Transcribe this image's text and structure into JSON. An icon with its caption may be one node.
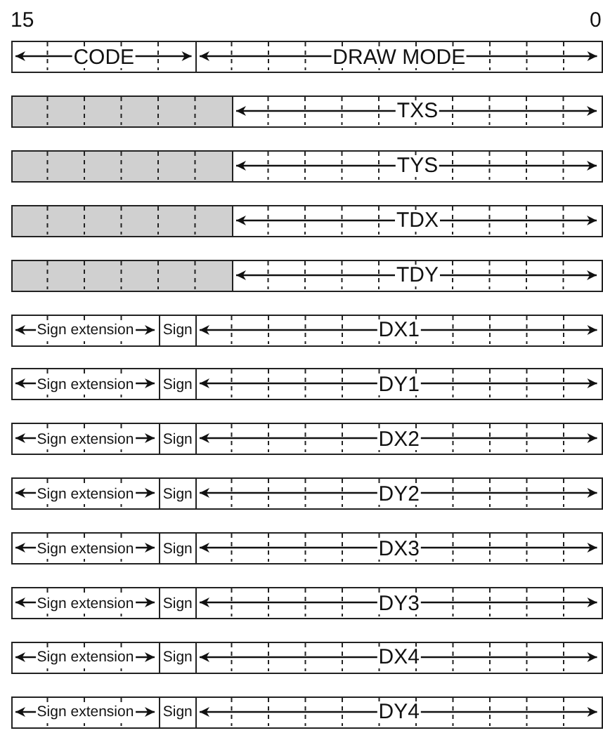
{
  "diagram": {
    "nodes": [
      {
        "text": [
          "CODE"
        ]
      },
      {
        "text": [
          "DRAW MODE"
        ]
      },
      {
        "text": [],
        "shape": "box"
      },
      {
        "text": [
          "TXS"
        ]
      },
      {
        "text": [],
        "shape": "box"
      },
      {
        "text": [
          "TYS"
        ]
      },
      {
        "text": [],
        "shape": "box"
      },
      {
        "text": [
          "TDX"
        ]
      },
      {
        "text": [],
        "shape": "box"
      },
      {
        "text": [
          "TDY"
        ]
      },
      {
        "text": [
          "Sign extension"
        ]
      },
      {
        "text": [
          "Sign"
        ]
      },
      {
        "text": [
          "DX1"
        ]
      },
      {
        "text": [
          "Sign extension"
        ]
      },
      {
        "text": [
          "Sign"
        ]
      },
      {
        "text": [
          "DY1"
        ]
      },
      {
        "text": [
          "Sign extension"
        ]
      },
      {
        "text": [
          "Sign"
        ]
      },
      {
        "text": [
          "DX2"
        ]
      },
      {
        "text": [
          "Sign extension"
        ]
      },
      {
        "text": [
          "Sign"
        ]
      },
      {
        "text": [
          "DY2"
        ]
      },
      {
        "text": [
          "Sign extension"
        ]
      },
      {
        "text": [
          "Sign"
        ]
      },
      {
        "text": [
          "DX3"
        ]
      },
      {
        "text": [
          "Sign extension"
        ]
      },
      {
        "text": [
          "Sign"
        ]
      },
      {
        "text": [
          "DY3"
        ]
      },
      {
        "text": [
          "Sign extension"
        ]
      },
      {
        "text": [
          "Sign"
        ]
      },
      {
        "text": [
          "DX4"
        ]
      },
      {
        "text": [
          "Sign extension"
        ]
      },
      {
        "text": [
          "Sign"
        ]
      },
      {
        "text": [
          "DY4"
        ]
      }
    ],
    "edges": [],
    "labels": [
      "15",
      "0"
    ]
  }
}
